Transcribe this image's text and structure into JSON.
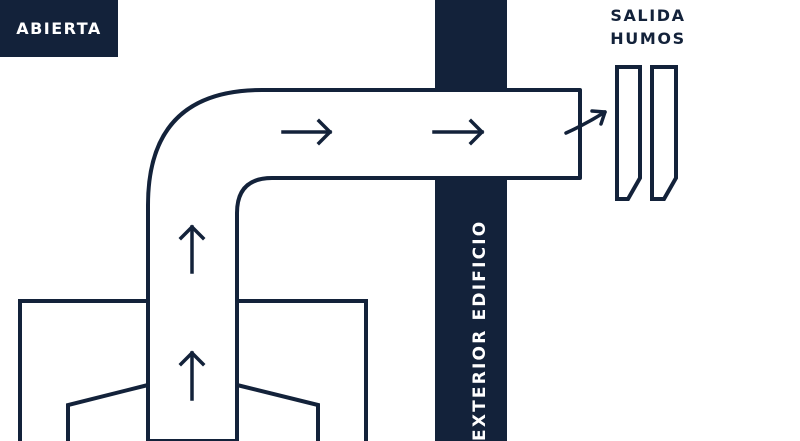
{
  "mode_badge": {
    "label": "ABIERTA"
  },
  "outlet": {
    "line1": "SALIDA",
    "line2": "HUMOS"
  },
  "wall": {
    "label": "EXTERIOR EDIFICIO"
  },
  "colors": {
    "ink": "#13223a",
    "background": "#ffffff"
  },
  "icons": {
    "flow_up": "arrow-up-icon",
    "flow_right": "arrow-right-icon",
    "outlet_exit": "curved-arrow-icon"
  }
}
